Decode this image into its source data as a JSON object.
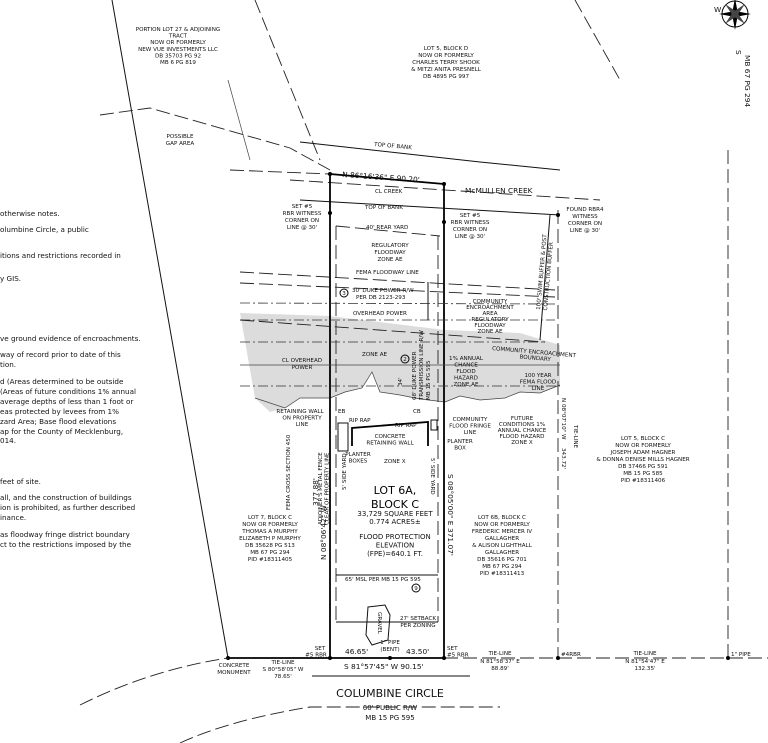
{
  "notes": [
    "otherwise notes.",
    "olumbine Circle, a public",
    "itions and restrictions recorded in",
    "y GIS.",
    "ve ground evidence of encroachments.",
    "way of record prior to date of this",
    "tion.",
    "d (Areas determined to be outside",
    "(Areas of future conditions 1% annual",
    "average depths of less than 1 foot or",
    "eas protected by levees from 1%",
    "zard Area;  Base flood elevations",
    "ap for the County of Mecklenburg,",
    "014.",
    "feet of site.",
    "all, and the construction of buildings",
    "ion is prohibited, as further described",
    "inance.",
    "as floodway fringe district boundary",
    "ct to the restrictions imposed by the"
  ],
  "adjoiners": {
    "lot27": [
      "PORTION LOT 27 & ADJOINING",
      "TRACT",
      "NOW OR FORMERLY",
      "NEW VUE INVESTMENTS LLC",
      "DB 35703 PG 92",
      "MB 6 PG 819"
    ],
    "lot5d": [
      "LOT 5, BLOCK D",
      "NOW OR FORMERLY",
      "CHARLES TERRY SHOOK",
      "& MITZI ANITA PRESNELL",
      "DB 4895 PG 997"
    ],
    "lot7c": [
      "LOT 7, BLOCK C",
      "NOW OR FORMERLY",
      "THOMAS A MURPHY",
      "ELIZABETH P MURPHY",
      "DB 35628 PG 513",
      "MB 67 PG 294",
      "PID #18311405"
    ],
    "lot6b": [
      "LOT 6B, BLOCK C",
      "NOW OR FORMERLY",
      "FREDERIC MERCER IV",
      "GALLAGHER",
      "& ALISON LIGHTHALL",
      "GALLAGHER",
      "DB 35616 PG 701",
      "MB 67 PG 294",
      "PID #18311413"
    ],
    "lot5c": [
      "LOT 5, BLOCK C",
      "NOW OR FORMERLY",
      "JOSEPH ADAM HAGNER",
      "& DONNA DENISE MILLS HAGNER",
      "DB 37466 PG 591",
      "MB 15 PG 585",
      "PID #18311406"
    ]
  },
  "subject_lot": {
    "title": [
      "LOT 6A,",
      "BLOCK C"
    ],
    "area": [
      "33,729 SQUARE FEET",
      "0.774 ACRES±"
    ],
    "fpe": [
      "FLOOD PROTECTION",
      "ELEVATION",
      "(FPE)=640.1 FT."
    ]
  },
  "bearings": {
    "top": "N 86°16'36\" E    90.20'",
    "bottom": "S 81°57'45\" W    90.15'",
    "bottom_left_seg": "46.65'",
    "bottom_right_seg": "43.50'",
    "left": "N 08°06'42\" W",
    "left_dist": "377.88'",
    "right": "S 08°05'00\" E",
    "right_dist": "371.07'",
    "tie_right_vert": "N 08°07'10\" W",
    "tie_right_vert_dist": "343.72'",
    "tie_right_vert_label": "TIE-LINE",
    "tie_left": [
      "TIE-LINE",
      "S 80°58'05\" W",
      "78.65'"
    ],
    "tie_mid": [
      "TIE-LINE",
      "N 81°58'37\" E",
      "88.89'"
    ],
    "tie_far": [
      "TIE-LINE",
      "N 81°54'47\" E",
      "132.35'"
    ]
  },
  "labels": {
    "possible_gap": [
      "POSSIBLE",
      "GAP AREA"
    ],
    "top_of_bank_1": "TOP OF BANK",
    "top_of_bank_2": "TOP OF BANK",
    "cl_creek": "CL CREEK",
    "mcmullen_creek": "McMULLEN CREEK",
    "witness_left": [
      "SET #5",
      "RBR WITNESS",
      "CORNER ON",
      "LINE @ 30'"
    ],
    "witness_mid": [
      "SET #5",
      "RBR WITNESS",
      "CORNER ON",
      "LINE @ 30'"
    ],
    "witness_right": [
      "FOUND RBR4",
      "WITNESS",
      "CORNER ON",
      "LINE @ 30'"
    ],
    "rear_yard": "40' REAR YARD",
    "reg_floodway": [
      "REGULATORY",
      "FLOODWAY",
      "ZONE AE"
    ],
    "fema_floodway": "FEMA FLOODWAY LINE",
    "duke_rw": [
      "30' DUKE POWER R/W",
      "PER DB 2123-293"
    ],
    "note3": "3",
    "note2": "2",
    "note9": "9",
    "overhead_power": "OVERHEAD POWER",
    "swim_buffer": [
      "100' SWIM BUFFER & POST",
      "CONSTRUCTION BUFFER"
    ],
    "community_enc_area": [
      "COMMUNITY",
      "ENCROACHMENT",
      "AREA",
      "REGULATORY",
      "FLOODWAY",
      "ZONE AE"
    ],
    "community_enc_boundary": [
      "COMMUNITY ENCROACHMENT",
      "BOUNDARY"
    ],
    "cl_overhead": [
      "CL OVERHEAD",
      "POWER"
    ],
    "zone_ae": "ZONE AE",
    "duke_transmission": [
      "68' DUKE POWER",
      "TRANSMISSION LINE R/W",
      "MB 15 PG 595"
    ],
    "dim_34": "34'",
    "annual_chance": [
      "1% ANNUAL",
      "CHANCE",
      "FLOOD",
      "HAZARD",
      "ZONE AE"
    ],
    "fema_100yr": [
      "100 YEAR",
      "FEMA FLOOD",
      "LINE"
    ],
    "retaining_wall_line": [
      "RETAINING WALL",
      "ON PROPERTY",
      "LINE"
    ],
    "rip_rap_1": "RIP RAP",
    "rip_rap_2": "RIP RAP",
    "eb": "EB",
    "cb": "CB",
    "concrete_wall": [
      "CONCRETE",
      "RETAINING WALL"
    ],
    "planter_boxes": [
      "PLANTER",
      "BOXES"
    ],
    "planter_box": [
      "PLANTER",
      "BOX"
    ],
    "community_fringe": [
      "COMMUNITY",
      "FLOOD FRINGE",
      "LINE"
    ],
    "future_conditions": [
      "FUTURE",
      "CONDITIONS 1%",
      "ANNUAL CHANCE",
      "FLOOD HAZARD",
      "ZONE X"
    ],
    "zone_x": "ZONE X",
    "side_yard_left": "5' SIDE YARD",
    "side_yard_right": "5' SIDE YARD",
    "metal_fence": [
      "ADJOINER'S METAL FENCE",
      "CLEAR OF PROPERTY LINE"
    ],
    "fema_cross": "FEMA CROSS SECTION 450",
    "msl": "65' MSL PER MB 15 PG 595",
    "gravel": "GRAVEL",
    "setback": [
      "27' SETBACK",
      "PER ZONING"
    ],
    "pipe_bent": [
      "1\" PIPE",
      "(BENT)"
    ],
    "set_rbr_left": [
      "SET",
      "#5 RBR"
    ],
    "set_rbr_right": [
      "SET",
      "#5 RBR"
    ],
    "rbr4": "#4RBR",
    "pipe_far": "1\" PIPE",
    "concrete_monument": [
      "CONCRETE",
      "MONUMENT"
    ],
    "mb_ref": "MB 67 PG 294"
  },
  "street": {
    "name": "COLUMBINE CIRCLE",
    "row": "60' PUBLIC R/W",
    "ref": "MB 15 PG 595"
  },
  "compass": {
    "w": "W",
    "s": "S"
  },
  "colors": {
    "flood_shade": "#dcdcdc",
    "line": "#111111"
  }
}
